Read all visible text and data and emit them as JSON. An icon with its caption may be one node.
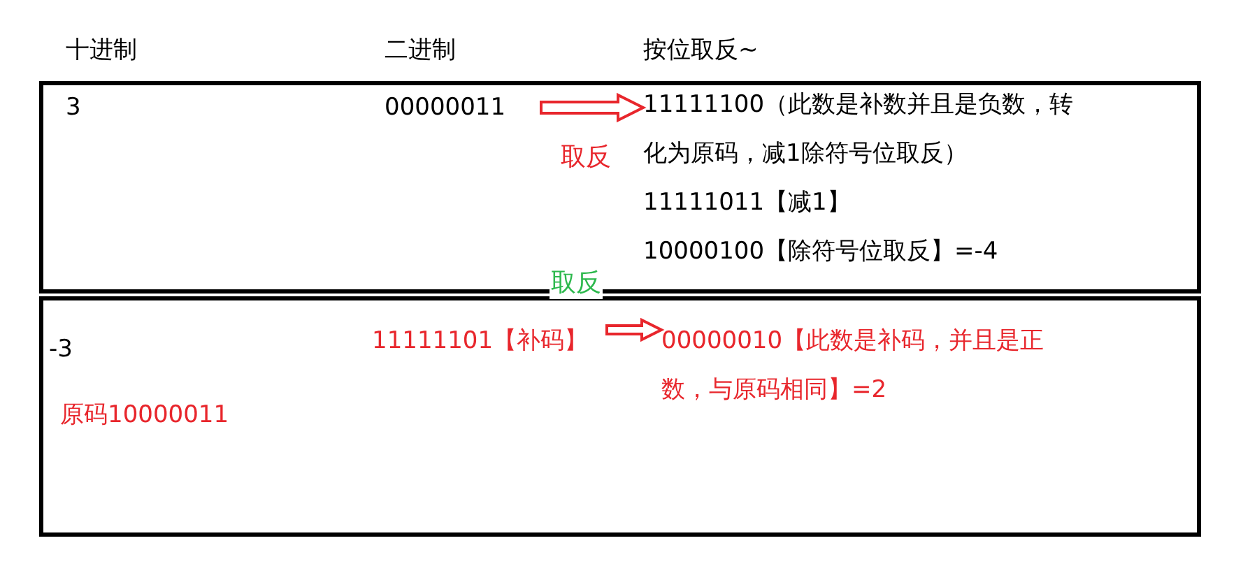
{
  "diagram": {
    "nodes": [
      {
        "text": [],
        "shape": "box"
      },
      {
        "text": [
          "3"
        ],
        "in": 0
      },
      {
        "text": [
          "00000011"
        ],
        "in": 0
      },
      {
        "text": [
          "11111100（此数是补数并且是负数，转化为原码，减1除符号位取反）"
        ],
        "in": 0
      },
      {
        "text": [
          "11111011【减1】"
        ],
        "in": 0
      },
      {
        "text": [
          "10000100【除符号位取反】=-4"
        ],
        "in": 0
      },
      {
        "text": [],
        "shape": "box"
      },
      {
        "text": [
          "-3"
        ],
        "in": 6
      },
      {
        "text": [
          "原码10000011"
        ],
        "in": 6
      },
      {
        "text": [
          "11111101【补码】"
        ],
        "in": 6
      },
      {
        "text": [
          "00000010【此数是补码，并且是正数，与原码相同】=2"
        ],
        "in": 6
      }
    ],
    "edges": [
      {
        "from": 2,
        "to": 3,
        "arrow": "to",
        "label": "取反",
        "color": "#e8262c"
      },
      {
        "from": 9,
        "to": 10,
        "arrow": "to",
        "label": "取反",
        "color": "#e8262c"
      }
    ],
    "labels": [
      "十进制",
      "二进制",
      "按位取反~"
    ]
  }
}
